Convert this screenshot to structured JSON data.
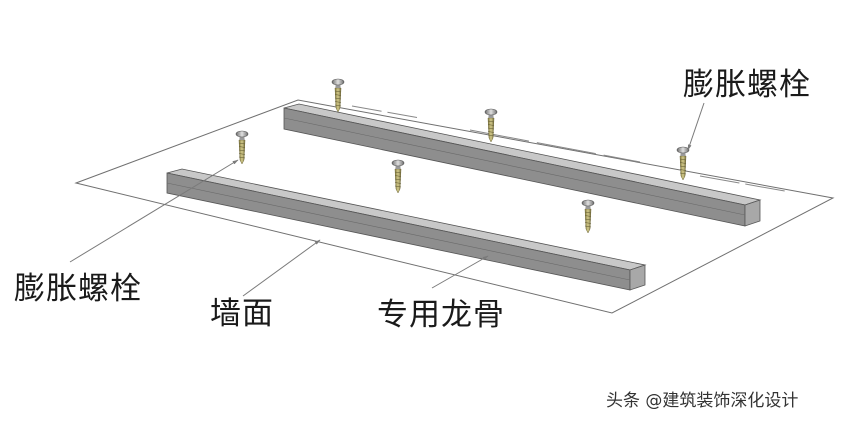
{
  "labels": {
    "anchor_bolt_right": "膨胀螺栓",
    "anchor_bolt_left": "膨胀螺栓",
    "wall_surface": "墙面",
    "special_keel": "专用龙骨"
  },
  "watermark": "头条 @建筑装饰深化设计",
  "colors": {
    "keel_top": "#c6c6c6",
    "keel_front": "#8c8c8c",
    "keel_end": "#a9a9a9",
    "bolt_shank": "#a89e5c",
    "bolt_head": "#9a9a9a",
    "plane_line": "#707070",
    "text": "#1a1a1a"
  },
  "icons": [
    "expansion-bolt-icon",
    "steel-keel-icon"
  ]
}
